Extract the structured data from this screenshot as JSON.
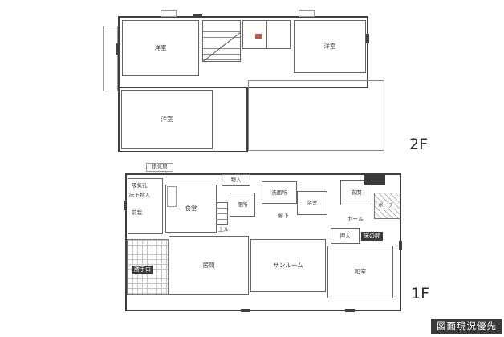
{
  "note": "図面現況優先",
  "colors": {
    "wall": "#3f3f3f",
    "badge_bg": "#3a3a3a",
    "badge_text": "#ffffff",
    "dark_label_bg": "#3a3a3a",
    "hatch": "#b3b3b3"
  },
  "floors": {
    "f2": {
      "label": "2F",
      "rooms": {
        "bedroom_top_left": "洋室",
        "bedroom_top_right": "洋室",
        "bedroom_bottom_left": "洋室"
      }
    },
    "f1": {
      "label": "1F",
      "rooms": {
        "dining": "食堂",
        "living": "居間",
        "sunroom": "サンルーム",
        "washitsu": "和室",
        "toilet": "便所",
        "washroom": "洗面所",
        "bath": "浴室",
        "genkan": "玄関",
        "porch": "ポーチ",
        "hall": "ホール",
        "corridor": "廊下",
        "oshiire": "押入",
        "tokonoma": "床の間",
        "storage": "物入",
        "kitchen_door": "勝手口",
        "vent_fan": "換気扇",
        "air_intake": "吸気孔",
        "underfloor_storage": "床下物入",
        "garden": "前栽",
        "step_up": "上ル"
      }
    }
  }
}
